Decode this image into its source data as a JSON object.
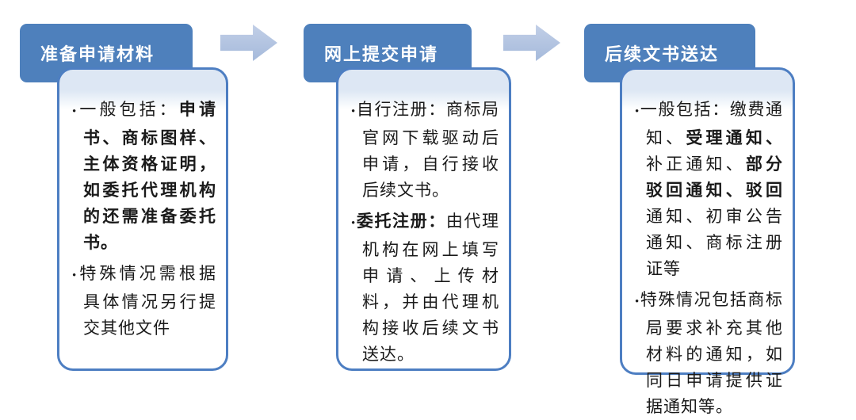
{
  "diagram": {
    "type": "process-flow",
    "title": "",
    "colors": {
      "header_fill": "#4E80BC",
      "card_border": "#4D7EC2",
      "card_top_band": "#DDE7F4",
      "arrow_fill": "#AFC3DF",
      "body_text": "#1A1A1A",
      "header_text": "#FFFFFF"
    },
    "steps": [
      {
        "title": "准备申请材料",
        "bullets": [
          {
            "segments": [
              {
                "text": "一般包括：",
                "bold": false
              },
              {
                "text": "申请书、商标图样、主体资格证明，如委托代理机构的还需准备委托书。",
                "bold": true
              }
            ]
          },
          {
            "segments": [
              {
                "text": "特殊情况需根据具体情况另行提交其他文件",
                "bold": false
              }
            ]
          }
        ]
      },
      {
        "title": "网上提交申请",
        "bullets": [
          {
            "segments": [
              {
                "text": "自行注册：商标局官网下载驱动后申请，自行接收后续文书。",
                "bold": false
              }
            ]
          },
          {
            "segments": [
              {
                "text": "委托注册：",
                "bold": true
              },
              {
                "text": "由代理机构在网上填写申请、上传材料，并由代理机构接收后续文书送达。",
                "bold": false
              }
            ]
          }
        ]
      },
      {
        "title": "后续文书送达",
        "bullets": [
          {
            "segments": [
              {
                "text": "一般包括：缴费通知、",
                "bold": false
              },
              {
                "text": "受理通知、",
                "bold": true
              },
              {
                "text": "补正通知、",
                "bold": false
              },
              {
                "text": "部分驳回通知、驳回",
                "bold": true
              },
              {
                "text": "通知、初审公告通知、商标注册证等",
                "bold": false
              }
            ]
          },
          {
            "segments": [
              {
                "text": "特殊情况包括商标局要求补充其他材料的通知，如同日申请提供证据通知等。",
                "bold": false
              }
            ]
          }
        ]
      }
    ],
    "arrows": [
      {
        "icon": "right-arrow"
      },
      {
        "icon": "right-arrow"
      }
    ]
  }
}
